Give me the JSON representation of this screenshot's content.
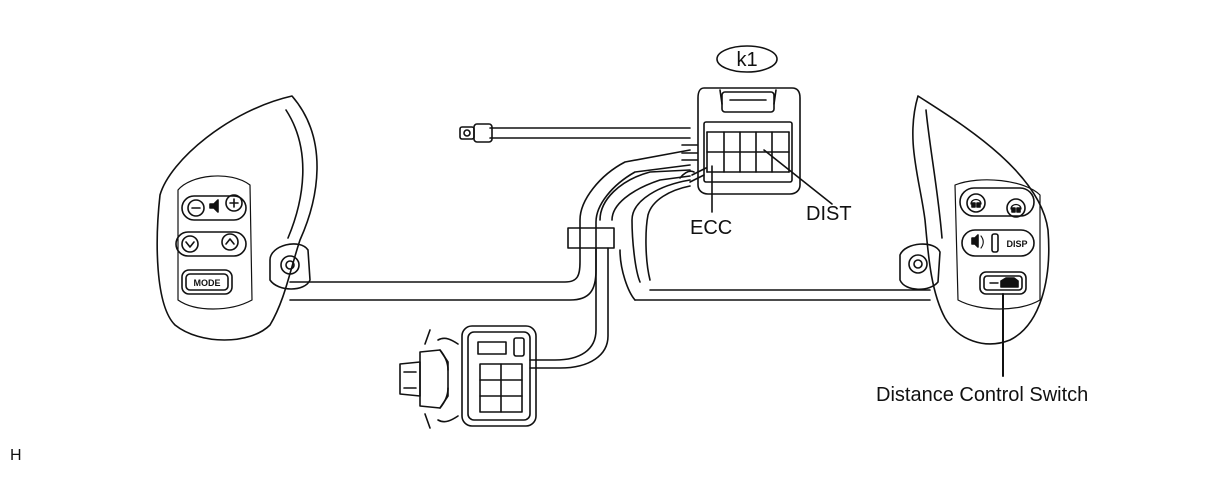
{
  "connector_tag": "k1",
  "labels": {
    "ecc": "ECC",
    "dist": "DIST",
    "distance_control_switch": "Distance Control Switch"
  },
  "buttons": {
    "mode": "MODE",
    "disp": "DISP"
  },
  "corner_mark": "H"
}
